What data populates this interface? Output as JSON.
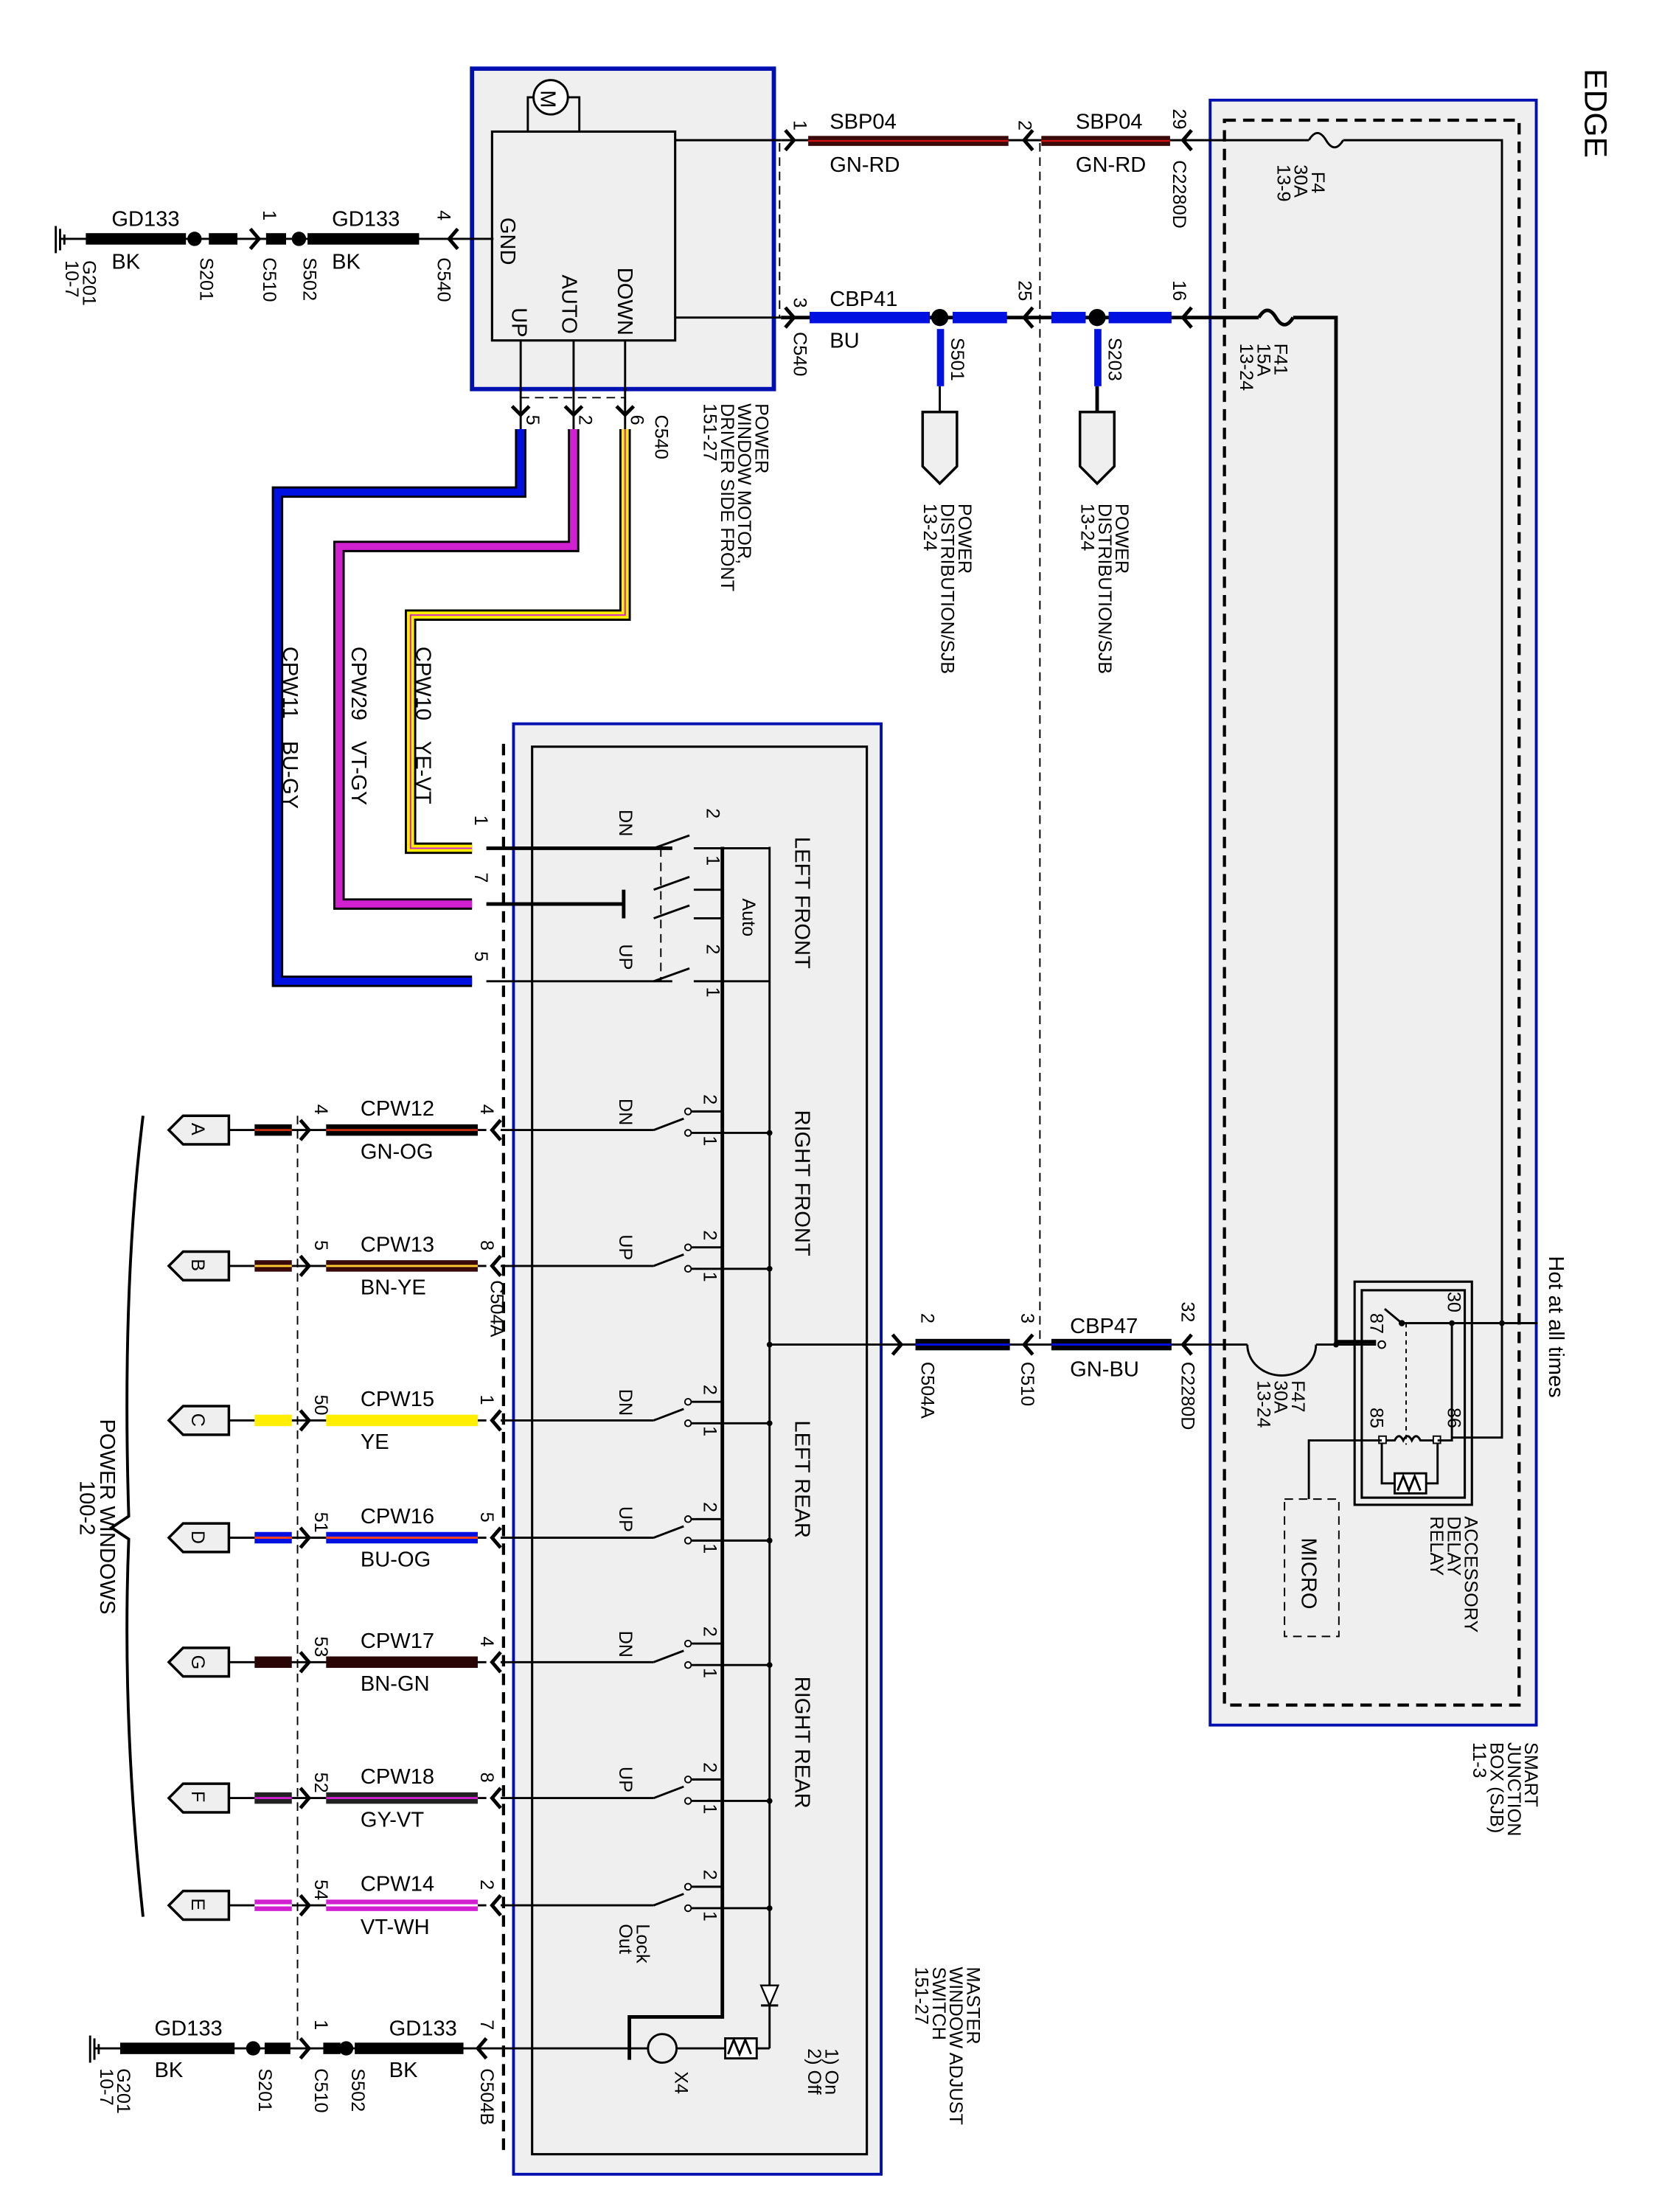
{
  "title": "EDGE",
  "colors": {
    "frame_blue": "#0010b0",
    "box_fill": "#efefef",
    "wire_BK": "#000000",
    "wire_GN-RD": [
      "#1a1a1a",
      "#d01010"
    ],
    "wire_BU": "#0010e0",
    "wire_YE": "#ffee00",
    "wire_VT": "#d020d0",
    "wire_BN": "#3a0a0a"
  },
  "components": {
    "motor": {
      "name_lines": [
        "POWER",
        "WINDOW MOTOR,",
        "DRIVER SIDE FRONT",
        "151-27"
      ],
      "motor_symbol": "M",
      "pins": {
        "gnd": "GND",
        "up": "UP",
        "auto": "AUTO",
        "down": "DOWN"
      }
    },
    "sjb": {
      "name_lines": [
        "SMART",
        "JUNCTION",
        "BOX (SJB)",
        "11-3"
      ],
      "hot_label": "Hot at all times",
      "fuses": [
        {
          "id": "F4",
          "rating": "30A",
          "ref": "13-9"
        },
        {
          "id": "F41",
          "rating": "15A",
          "ref": "13-24"
        },
        {
          "id": "F47",
          "rating": "30A",
          "ref": "13-24"
        }
      ],
      "relay": {
        "name_lines": [
          "ACCESSORY",
          "DELAY",
          "RELAY"
        ],
        "pins": [
          "30",
          "87",
          "85",
          "86"
        ]
      },
      "micro": "MICRO"
    },
    "master_switch": {
      "name_lines": [
        "MASTER",
        "WINDOW ADJUST",
        "SWITCH",
        "151-27"
      ],
      "sections": [
        "LEFT FRONT",
        "RIGHT FRONT",
        "LEFT REAR",
        "RIGHT REAR"
      ],
      "switch_labels": {
        "dn": "DN",
        "up": "UP",
        "auto": "Auto",
        "lockout": [
          "Lock",
          "Out"
        ],
        "pos1": "1",
        "pos2": "2"
      },
      "indicator": {
        "id": "X4",
        "state_lines": [
          "1) On",
          "2) Off"
        ]
      }
    },
    "power_dist": [
      {
        "lines": [
          "POWER",
          "DISTRIBUTION/SJB",
          "13-24"
        ],
        "splice": "S501"
      },
      {
        "lines": [
          "POWER",
          "DISTRIBUTION/SJB",
          "13-24"
        ],
        "splice": "S203"
      }
    ],
    "power_windows_ref": [
      "POWER WINDOWS",
      "100-2"
    ]
  },
  "ground_top": {
    "ground": [
      "G201",
      "10-7"
    ],
    "wire1": {
      "circuit": "GD133",
      "color": "BK"
    },
    "splice1": "S201",
    "conn1": {
      "id": "C510",
      "pin": "1"
    },
    "splice2": "S502",
    "wire2": {
      "circuit": "GD133",
      "color": "BK"
    },
    "conn2": {
      "id": "C540",
      "pin": "4"
    }
  },
  "ground_bottom": {
    "ground": [
      "G201",
      "10-7"
    ],
    "wire1": {
      "circuit": "GD133",
      "color": "BK"
    },
    "splice1": "S201",
    "conn1": {
      "id": "C510",
      "pin": "1"
    },
    "splice2": "S502",
    "wire2": {
      "circuit": "GD133",
      "color": "BK"
    },
    "conn2": {
      "id": "C504B",
      "pin": "7"
    }
  },
  "feed_sbp04": {
    "pin_c540": "1",
    "circuit": "SBP04",
    "color": "GN-RD",
    "pin_mid": "2",
    "circuit2": "SBP04",
    "color2": "GN-RD",
    "pin_sjb": "29",
    "conn_sjb": "C2280D"
  },
  "feed_cbp41": {
    "pin_c540": "3",
    "conn_c540": "C540",
    "circuit": "CBP41",
    "color": "BU",
    "pin_mid": "25",
    "pin_sjb": "16"
  },
  "feed_cbp47": {
    "pin_c504a": "2",
    "conn_c504a": "C504A",
    "pin_c510": "3",
    "conn_c510": "C510",
    "circuit": "CBP47",
    "color": "GN-BU",
    "pin_sjb": "32",
    "conn_sjb": "C2280D"
  },
  "motor_harness": {
    "connector": "C540",
    "wires": [
      {
        "circuit": "CPW11",
        "color": "BU-GY",
        "motor_pin": "5",
        "switch_pin": "5"
      },
      {
        "circuit": "CPW29",
        "color": "VT-GY",
        "motor_pin": "2",
        "switch_pin": "7"
      },
      {
        "circuit": "CPW10",
        "color": "YE-VT",
        "motor_pin": "6",
        "switch_pin": "1"
      }
    ]
  },
  "window_circuits": {
    "switch_connector": "C504A",
    "rows": [
      {
        "tag": "A",
        "far_pin": "4",
        "circuit": "CPW12",
        "color": "GN-OG",
        "switch_pin": "4"
      },
      {
        "tag": "B",
        "far_pin": "5",
        "circuit": "CPW13",
        "color": "BN-YE",
        "switch_pin": "8"
      },
      {
        "tag": "C",
        "far_pin": "50",
        "circuit": "CPW15",
        "color": "YE",
        "switch_pin": "1"
      },
      {
        "tag": "D",
        "far_pin": "51",
        "circuit": "CPW16",
        "color": "BU-OG",
        "switch_pin": "5"
      },
      {
        "tag": "G",
        "far_pin": "53",
        "circuit": "CPW17",
        "color": "BN-GN",
        "switch_pin": "4"
      },
      {
        "tag": "F",
        "far_pin": "52",
        "circuit": "CPW18",
        "color": "GY-VT",
        "switch_pin": "8"
      },
      {
        "tag": "E",
        "far_pin": "54",
        "circuit": "CPW14",
        "color": "VT-WH",
        "switch_pin": "2"
      }
    ]
  }
}
